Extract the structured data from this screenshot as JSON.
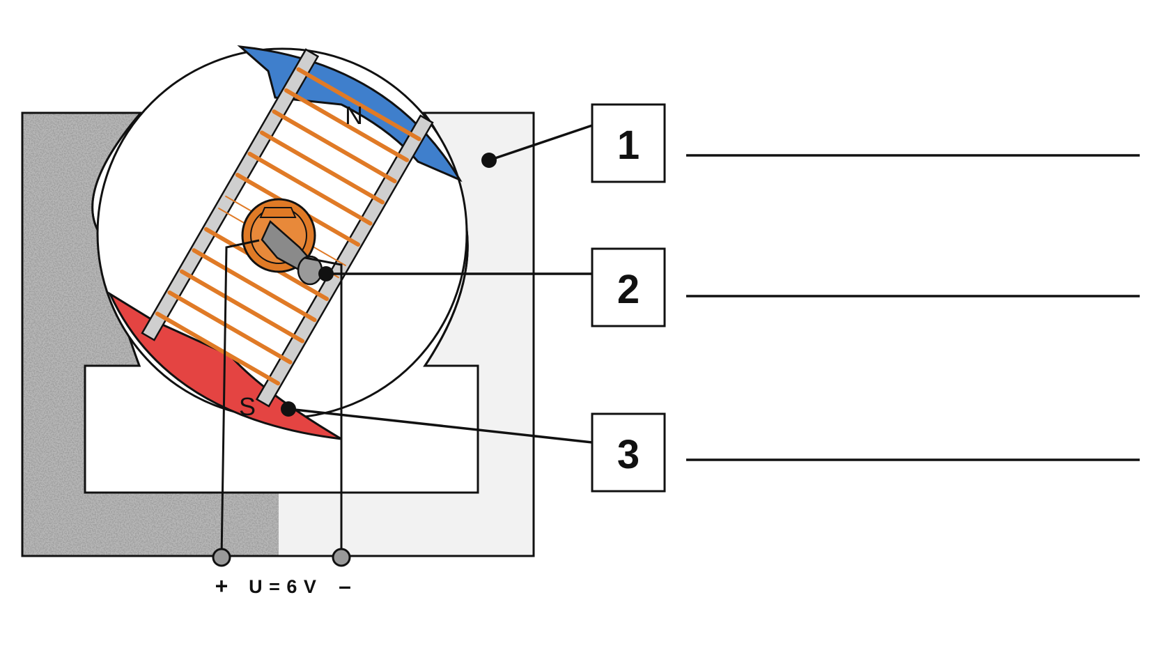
{
  "colors": {
    "north_pole": "#3f7fcc",
    "south_pole": "#e44442",
    "frame_light": "#f2f2f2",
    "frame_stipple": "#8c8c8c",
    "coil_wire": "#e07a26",
    "commutator": "#e07a26",
    "armature": "#c8c8c8",
    "outline": "#111111"
  },
  "poles": {
    "north": "N",
    "south": "S"
  },
  "callouts": [
    {
      "number": "1",
      "answer": ""
    },
    {
      "number": "2",
      "answer": ""
    },
    {
      "number": "3",
      "answer": ""
    }
  ],
  "supply": {
    "plus": "+",
    "voltage": "U = 6 V",
    "minus": "–"
  }
}
